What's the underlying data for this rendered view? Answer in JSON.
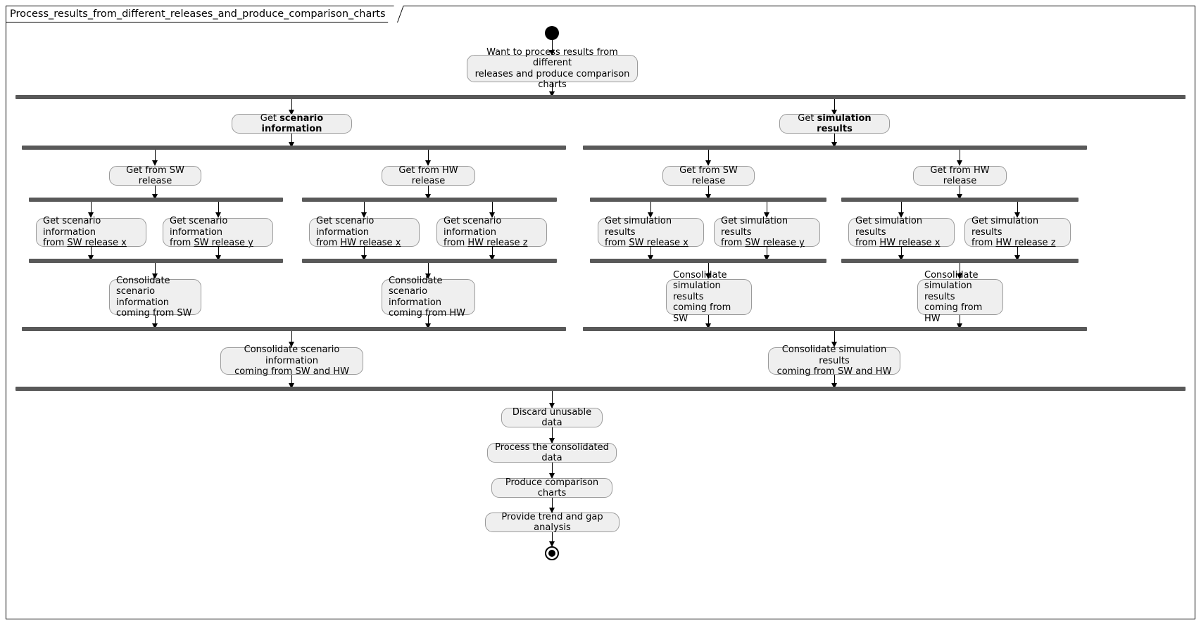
{
  "diagram": {
    "title": "Process_results_from_different_releases_and_produce_comparison_charts",
    "type": "uml-activity-diagram",
    "colors": {
      "node_fill": "#efefef",
      "node_border": "#9a9a9a",
      "bar": "#595959",
      "frame": "#000000",
      "background": "#ffffff"
    }
  },
  "nodes": {
    "start": "start-node",
    "end": "end-node",
    "intent": "Want to process results from different\nreleases and produce comparison charts",
    "branch_scenario_pre": "Get ",
    "branch_scenario_bold": "scenario information",
    "branch_simulation_pre": "Get ",
    "branch_simulation_bold": "simulation results",
    "scenario_sw": "Get from SW release",
    "scenario_hw": "Get from HW release",
    "simulation_sw": "Get from SW release",
    "simulation_hw": "Get from HW release",
    "leaf_sc_swx_l1": "Get scenario information",
    "leaf_sc_swx_l2_pre": "from ",
    "leaf_sc_swx_l2_u": "SW release x",
    "leaf_sc_swy_l1": "Get scenario information",
    "leaf_sc_swy_l2_pre": "from ",
    "leaf_sc_swy_l2_u": "SW release y",
    "leaf_sc_hwx_l1": "Get scenario information",
    "leaf_sc_hwx_l2_pre": "from ",
    "leaf_sc_hwx_l2_u": "HW release x",
    "leaf_sc_hwz_l1": "Get scenario information",
    "leaf_sc_hwz_l2_pre": "from ",
    "leaf_sc_hwz_l2_u": "HW release z",
    "leaf_si_swx_l1": "Get simulation results",
    "leaf_si_swx_l2_pre": "from ",
    "leaf_si_swx_l2_u": "SW release x",
    "leaf_si_swy_l1": "Get simulation results",
    "leaf_si_swy_l2_pre": "from ",
    "leaf_si_swy_l2_u": "SW release y",
    "leaf_si_hwx_l1": "Get simulation results",
    "leaf_si_hwx_l2_pre": "from ",
    "leaf_si_hwx_l2_u": "HW release x",
    "leaf_si_hwz_l1": "Get simulation results",
    "leaf_si_hwz_l2_pre": "from ",
    "leaf_si_hwz_l2_u": "HW release z",
    "consolidate_sc_sw": "Consolidate\nscenario information\ncoming from SW",
    "consolidate_sc_hw": "Consolidate\nscenario information\ncoming from HW",
    "consolidate_si_sw": "Consolidate\nsimulation results\ncoming from SW",
    "consolidate_si_hw": "Consolidate\nsimulation results\ncoming from HW",
    "consolidate_scenario_all": "Consolidate scenario information\ncoming from SW and HW",
    "consolidate_simulation_all": "Consolidate simulation results\ncoming from SW and HW",
    "discard": "Discard unusable data",
    "process": "Process the consolidated data",
    "produce": "Produce comparison charts",
    "trend": "Provide trend and gap analysis"
  }
}
